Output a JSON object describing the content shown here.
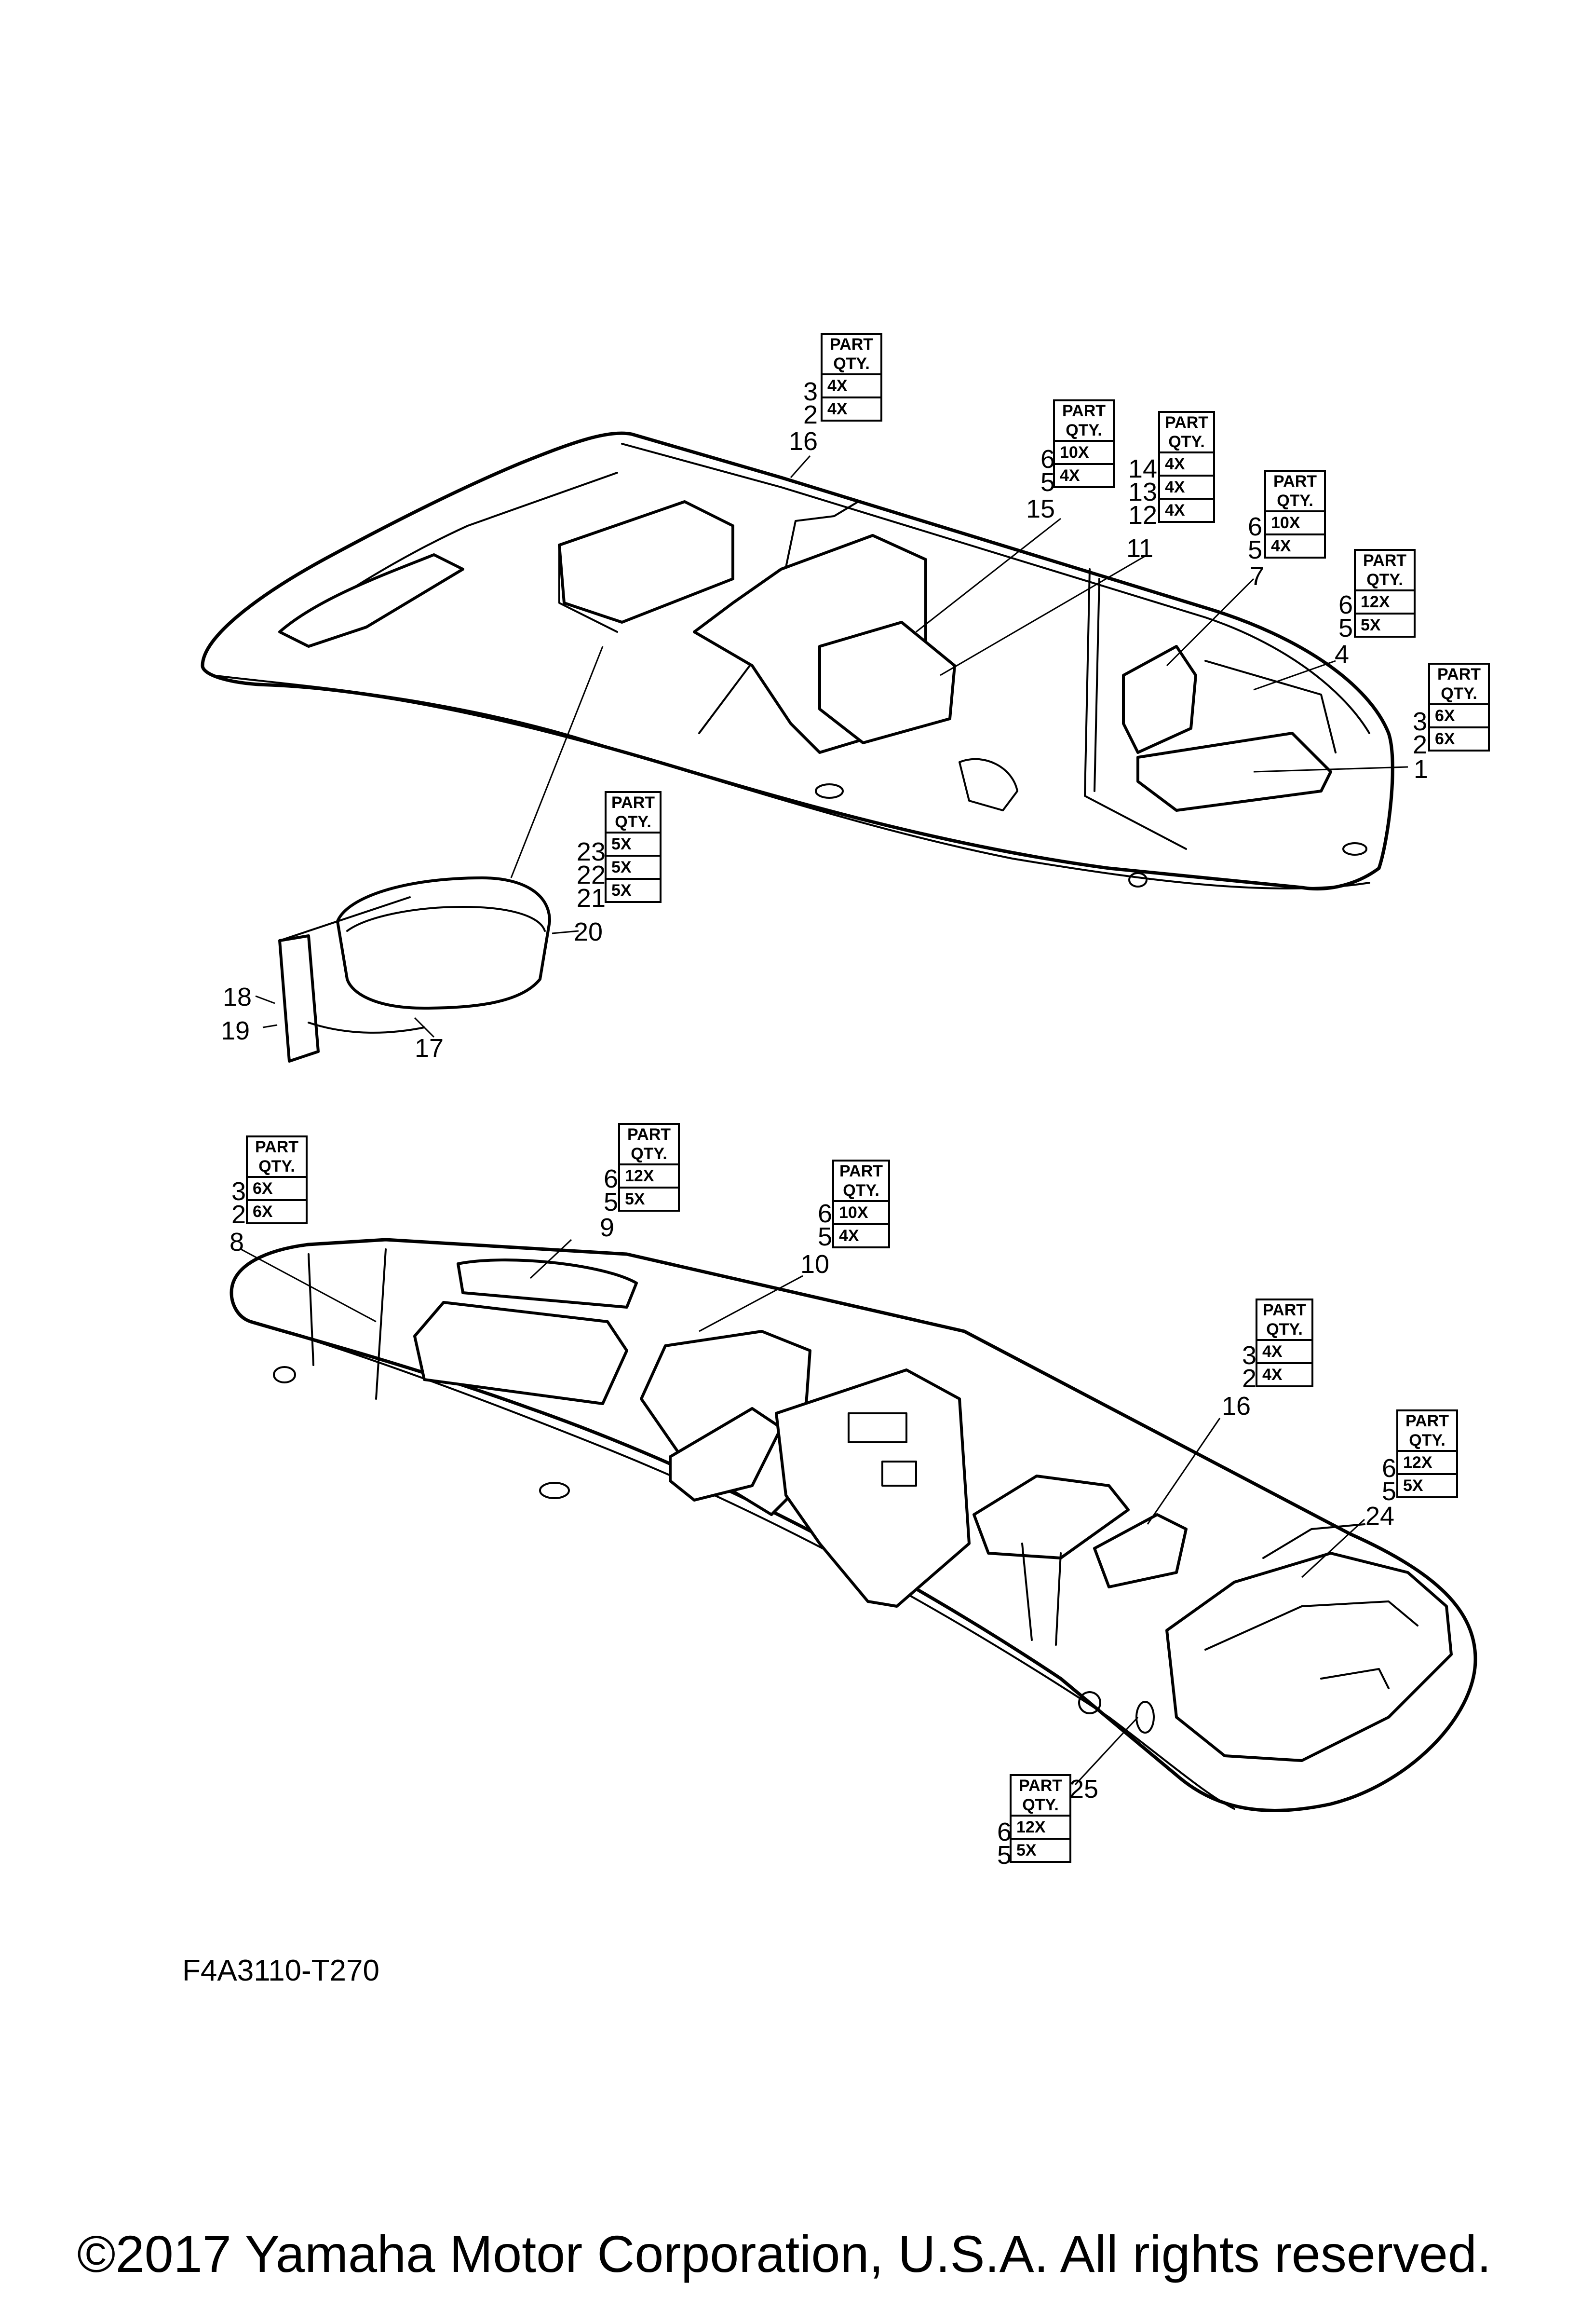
{
  "qty_header": {
    "line1": "PART",
    "line2": "QTY."
  },
  "qty_tables": [
    {
      "id": "q-top-16",
      "parts": [
        "3",
        "2"
      ],
      "qtys": [
        "4X",
        "4X"
      ]
    },
    {
      "id": "q-top-15",
      "parts": [
        "6",
        "5"
      ],
      "qtys": [
        "10X",
        "4X"
      ]
    },
    {
      "id": "q-top-11",
      "parts": [
        "14",
        "13",
        "12"
      ],
      "qtys": [
        "4X",
        "4X",
        "4X"
      ]
    },
    {
      "id": "q-top-7",
      "parts": [
        "6",
        "5"
      ],
      "qtys": [
        "10X",
        "4X"
      ]
    },
    {
      "id": "q-top-4",
      "parts": [
        "6",
        "5"
      ],
      "qtys": [
        "12X",
        "5X"
      ]
    },
    {
      "id": "q-top-1",
      "parts": [
        "3",
        "2"
      ],
      "qtys": [
        "6X",
        "6X"
      ]
    },
    {
      "id": "q-seat-20",
      "parts": [
        "23",
        "22",
        "21"
      ],
      "qtys": [
        "5X",
        "5X",
        "5X"
      ]
    },
    {
      "id": "q-bot-8",
      "parts": [
        "3",
        "2"
      ],
      "qtys": [
        "6X",
        "6X"
      ]
    },
    {
      "id": "q-bot-9",
      "parts": [
        "6",
        "5"
      ],
      "qtys": [
        "12X",
        "5X"
      ]
    },
    {
      "id": "q-bot-10",
      "parts": [
        "6",
        "5"
      ],
      "qtys": [
        "10X",
        "4X"
      ]
    },
    {
      "id": "q-bot-16",
      "parts": [
        "3",
        "2"
      ],
      "qtys": [
        "4X",
        "4X"
      ]
    },
    {
      "id": "q-bot-24",
      "parts": [
        "6",
        "5"
      ],
      "qtys": [
        "12X",
        "5X"
      ]
    },
    {
      "id": "q-bot-25",
      "parts": [
        "6",
        "5"
      ],
      "qtys": [
        "12X",
        "5X"
      ]
    }
  ],
  "callouts": {
    "c16a": "16",
    "c15": "15",
    "c11": "11",
    "c7": "7",
    "c4": "4",
    "c1": "1",
    "c20": "20",
    "c18": "18",
    "c19": "19",
    "c17": "17",
    "c8": "8",
    "c9": "9",
    "c10": "10",
    "c16b": "16",
    "c24": "24",
    "c25": "25"
  },
  "diagram_code": "F4A3110-T270",
  "copyright": "©2017 Yamaha Motor Corporation, U.S.A. All rights reserved."
}
